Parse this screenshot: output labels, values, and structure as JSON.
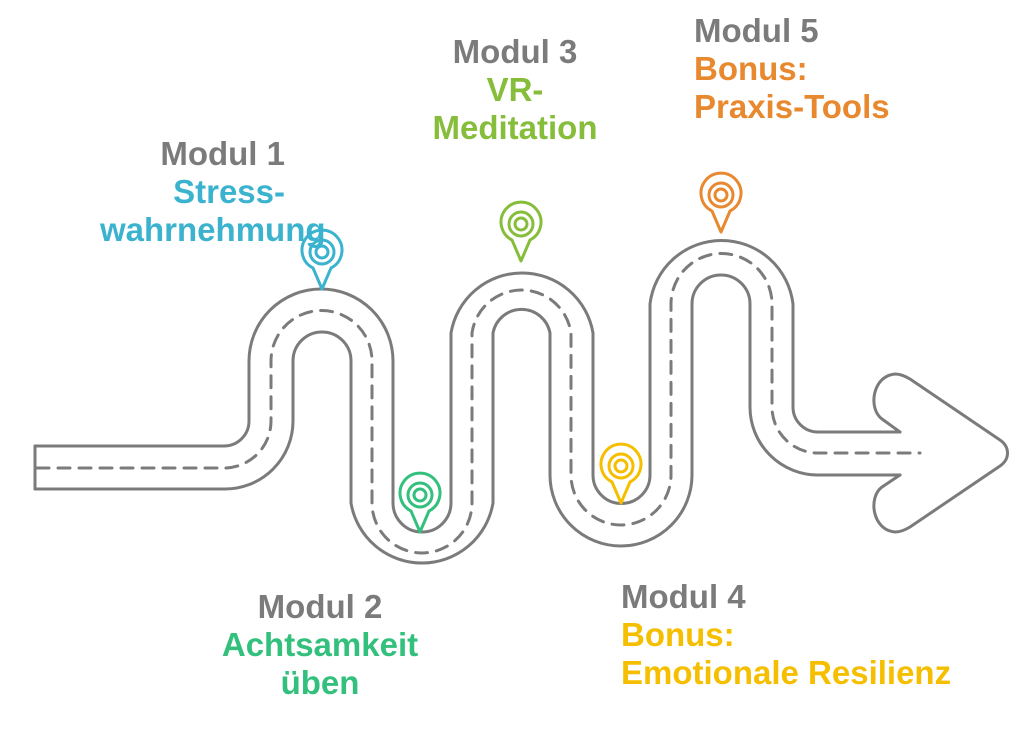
{
  "diagram": {
    "type": "roadmap",
    "road_color": "#7b7b7b",
    "modules": [
      {
        "number_label": "Modul 1",
        "title_lines": [
          "Stress-",
          "wahrnehmung"
        ],
        "color": "#3bb3cf",
        "icon": "location-pin-icon"
      },
      {
        "number_label": "Modul 2",
        "title_lines": [
          "Achtsamkeit",
          "üben"
        ],
        "color": "#33c07d",
        "icon": "location-pin-icon"
      },
      {
        "number_label": "Modul 3",
        "title_lines": [
          "VR-",
          "Meditation"
        ],
        "color": "#86bd3a",
        "icon": "location-pin-icon"
      },
      {
        "number_label": "Modul 4",
        "title_lines": [
          "Bonus:",
          "Emotionale Resilienz"
        ],
        "color": "#f5bf00",
        "icon": "location-pin-icon"
      },
      {
        "number_label": "Modul 5",
        "title_lines": [
          "Bonus:",
          "Praxis-Tools"
        ],
        "color": "#e8892f",
        "icon": "location-pin-icon"
      }
    ],
    "pin_accent": "#d8c400",
    "end_icon": "arrow-right-icon"
  }
}
